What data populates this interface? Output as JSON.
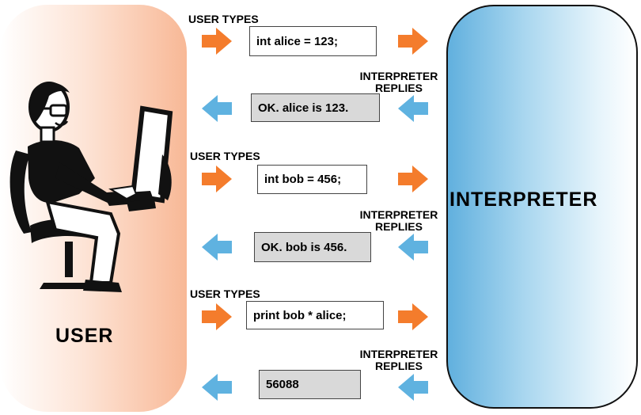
{
  "colors": {
    "user_panel": "#f8b896",
    "interpreter_panel": "#61b0de",
    "user_arrow": "#f47c2c",
    "reply_arrow": "#5fb2e0",
    "reply_box": "#d9d9d9"
  },
  "user": {
    "title": "USER",
    "illustration_icon": "person-at-computer-icon"
  },
  "interpreter": {
    "title": "INTERPRETER"
  },
  "steps": [
    {
      "label": "USER TYPES",
      "text": "int alice = 123;"
    },
    {
      "label_line1": "INTERPRETER",
      "label_line2": "REPLIES",
      "text": "OK. alice is 123."
    },
    {
      "label": "USER TYPES",
      "text": "int bob = 456;"
    },
    {
      "label_line1": "INTERPRETER",
      "label_line2": "REPLIES",
      "text": "OK. bob is 456."
    },
    {
      "label": "USER TYPES",
      "text": "print bob * alice;"
    },
    {
      "label_line1": "INTERPRETER",
      "label_line2": "REPLIES",
      "text": "56088"
    }
  ]
}
